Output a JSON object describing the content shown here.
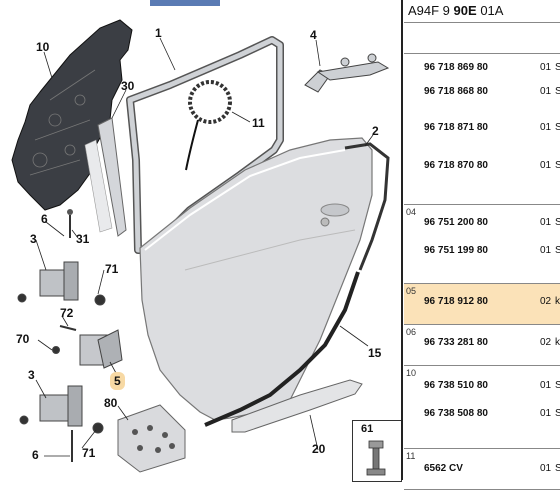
{
  "diagram": {
    "callouts": [
      {
        "id": "c10",
        "text": "10"
      },
      {
        "id": "c30",
        "text": "30"
      },
      {
        "id": "c1",
        "text": "1"
      },
      {
        "id": "c4",
        "text": "4"
      },
      {
        "id": "c2",
        "text": "2"
      },
      {
        "id": "c11",
        "text": "11"
      },
      {
        "id": "c6a",
        "text": "6"
      },
      {
        "id": "c31",
        "text": "31"
      },
      {
        "id": "c3a",
        "text": "3"
      },
      {
        "id": "c71a",
        "text": "71"
      },
      {
        "id": "c72",
        "text": "72"
      },
      {
        "id": "c70",
        "text": "70"
      },
      {
        "id": "c5",
        "text": "5"
      },
      {
        "id": "c3b",
        "text": "3"
      },
      {
        "id": "c80",
        "text": "80"
      },
      {
        "id": "c15",
        "text": "15"
      },
      {
        "id": "c6b",
        "text": "6"
      },
      {
        "id": "c71b",
        "text": "71"
      },
      {
        "id": "c20",
        "text": "20"
      },
      {
        "id": "c61",
        "text": "61"
      }
    ],
    "highlight_color": "#f7d9a4"
  },
  "panel": {
    "header_prefix": "A94F 9",
    "header_bold": "90E",
    "header_suffix": "01A",
    "groups": [
      {
        "code": "",
        "rows": [
          {
            "pn": "96 718 869 80",
            "q": "01",
            "t": "S"
          },
          {
            "pn": "96 718 868 80",
            "q": "01",
            "t": "S"
          },
          {
            "pn": "96 718 871 80",
            "q": "01",
            "t": "S"
          },
          {
            "pn": "96 718 870 80",
            "q": "01",
            "t": "S"
          }
        ]
      },
      {
        "code": "04",
        "rows": [
          {
            "pn": "96 751 200 80",
            "q": "01",
            "t": "S"
          },
          {
            "pn": "96 751 199 80",
            "q": "01",
            "t": "S"
          }
        ]
      },
      {
        "code": "05",
        "highlight": true,
        "rows": [
          {
            "pn": "96 718 912 80",
            "q": "02",
            "t": "k"
          }
        ]
      },
      {
        "code": "06",
        "rows": [
          {
            "pn": "96 733 281 80",
            "q": "02",
            "t": "k"
          }
        ]
      },
      {
        "code": "10",
        "rows": [
          {
            "pn": "96 738 510 80",
            "q": "01",
            "t": "S"
          },
          {
            "pn": "96 738 508 80",
            "q": "01",
            "t": "S"
          }
        ]
      },
      {
        "code": "11",
        "rows": [
          {
            "pn": "6562 CV",
            "q": "01",
            "t": "S"
          }
        ]
      }
    ]
  }
}
